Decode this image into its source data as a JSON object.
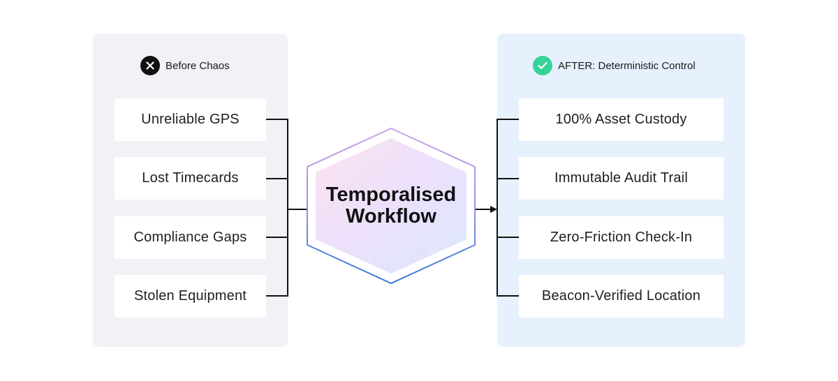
{
  "before": {
    "title": "Before Chaos",
    "icon": "close-icon",
    "items": [
      "Unreliable GPS",
      "Lost Timecards",
      "Compliance Gaps",
      "Stolen Equipment"
    ]
  },
  "center": {
    "line1": "Temporalised",
    "line2": "Workflow"
  },
  "after": {
    "title": "AFTER: Deterministic Control",
    "icon": "check-icon",
    "items": [
      "100% Asset Custody",
      "Immutable Audit Trail",
      "Zero-Friction Check-In",
      "Beacon-Verified Location"
    ]
  },
  "colors": {
    "before_panel": "#f1f1f6",
    "after_panel": "#e7f1fe",
    "check_badge": "#34d399",
    "hex_top": "#c79be8",
    "hex_bottom": "#2f7bd8"
  }
}
